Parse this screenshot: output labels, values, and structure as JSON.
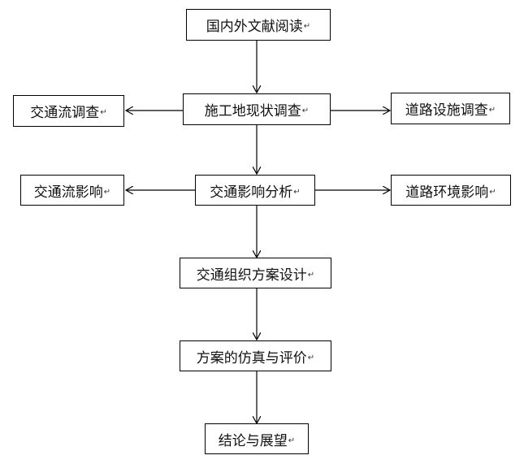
{
  "diagram": {
    "nodes": {
      "literature": "国内外文献阅读",
      "site_survey": "施工地现状调查",
      "traffic_flow_survey": "交通流调查",
      "road_facility_survey": "道路设施调查",
      "impact_analysis": "交通影响分析",
      "traffic_flow_impact": "交通流影响",
      "road_env_impact": "道路环境影响",
      "org_design": "交通组织方案设计",
      "simulation_eval": "方案的仿真与评价",
      "conclusion": "结论与展望"
    },
    "paragraph_mark": "↵",
    "colors": {
      "line": "#000000",
      "box_border": "#000000",
      "text": "#111111"
    }
  }
}
